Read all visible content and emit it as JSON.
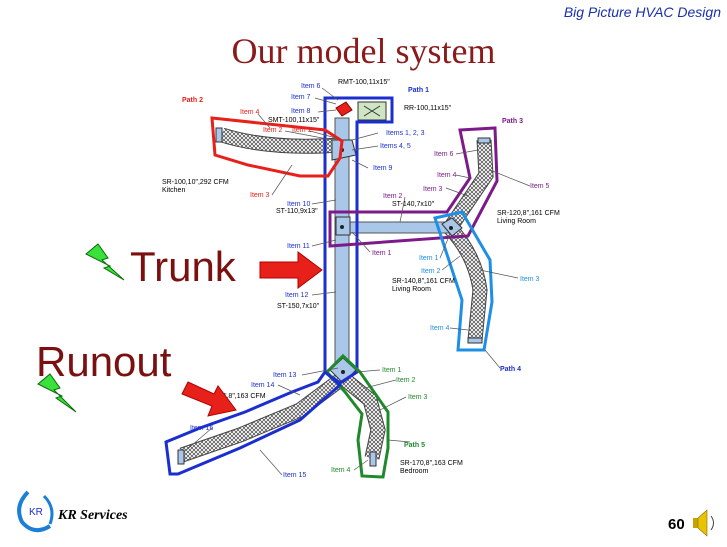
{
  "header": {
    "brand": "Big Picture HVAC Design"
  },
  "title": "Our model system",
  "callouts": {
    "trunk": "Trunk",
    "runout": "Runout"
  },
  "footer": {
    "company": "KR Services",
    "logo_text": "KR",
    "page": "60"
  },
  "colors": {
    "red": "#e8201a",
    "blue": "#1b2fd0",
    "purple": "#7d1a8a",
    "light_blue": "#1e8fe6",
    "green": "#1e8a2a",
    "duct": "#a9c7e8",
    "title": "#8b1a1a"
  },
  "labels": [
    {
      "text": "Item 6",
      "color": "#1b2fd0"
    },
    {
      "text": "RMT-100,11x15\"",
      "color": "#000000"
    },
    {
      "text": "Path 1",
      "color": "#1b2fd0"
    },
    {
      "text": "Item 7",
      "color": "#1b2fd0"
    },
    {
      "text": "RR-100,11x15\"",
      "color": "#000000"
    },
    {
      "text": "Path 2",
      "color": "#e8201a"
    },
    {
      "text": "Item 4",
      "color": "#e8201a"
    },
    {
      "text": "Item 8",
      "color": "#1b2fd0"
    },
    {
      "text": "SMT-100,11x15\"",
      "color": "#000000"
    },
    {
      "text": "Item 2",
      "color": "#e8201a"
    },
    {
      "text": "Item 1",
      "color": "#e8201a"
    },
    {
      "text": "Items 1, 2, 3",
      "color": "#1b2fd0"
    },
    {
      "text": "Items 4, 5",
      "color": "#1b2fd0"
    },
    {
      "text": "Path 3",
      "color": "#7d1a8a"
    },
    {
      "text": "Item 6",
      "color": "#7d1a8a"
    },
    {
      "text": "Item 9",
      "color": "#1b2fd0"
    },
    {
      "text": "Item 4",
      "color": "#7d1a8a"
    },
    {
      "text": "Item 5",
      "color": "#7d1a8a"
    },
    {
      "text": "SR-100,10\",292 CFM",
      "color": "#000000"
    },
    {
      "text": "Kitchen",
      "color": "#000000"
    },
    {
      "text": "Item 3",
      "color": "#e8201a"
    },
    {
      "text": "Item 3",
      "color": "#7d1a8a"
    },
    {
      "text": "Item 2",
      "color": "#7d1a8a"
    },
    {
      "text": "ST-140,7x10\"",
      "color": "#000000"
    },
    {
      "text": "SR-120,8\",161 CFM",
      "color": "#000000"
    },
    {
      "text": "Living Room",
      "color": "#000000"
    },
    {
      "text": "Item 10",
      "color": "#1b2fd0"
    },
    {
      "text": "ST-110,9x13\"",
      "color": "#000000"
    },
    {
      "text": "Item 11",
      "color": "#1b2fd0"
    },
    {
      "text": "Item 1",
      "color": "#7d1a8a"
    },
    {
      "text": "Item 1",
      "color": "#1e8fe6"
    },
    {
      "text": "Item 2",
      "color": "#1e8fe6"
    },
    {
      "text": "Item 3",
      "color": "#1e8fe6"
    },
    {
      "text": "SR-140,8\",161 CFM",
      "color": "#000000"
    },
    {
      "text": "Living Room",
      "color": "#000000"
    },
    {
      "text": "Item 12",
      "color": "#1b2fd0"
    },
    {
      "text": "ST-150,7x10\"",
      "color": "#000000"
    },
    {
      "text": "Item 4",
      "color": "#1e8fe6"
    },
    {
      "text": "Path 4",
      "color": "#1b2fd0"
    },
    {
      "text": "Item 13",
      "color": "#1b2fd0"
    },
    {
      "text": "Item 1",
      "color": "#1e8a2a"
    },
    {
      "text": "Item 2",
      "color": "#1e8a2a"
    },
    {
      "text": "Item 14",
      "color": "#1b2fd0"
    },
    {
      "text": "\",8\",163 CFM",
      "color": "#000000"
    },
    {
      "text": "Item 3",
      "color": "#1e8a2a"
    },
    {
      "text": "Item 16",
      "color": "#1b2fd0"
    },
    {
      "text": "Path 5",
      "color": "#1e8a2a"
    },
    {
      "text": "SR-170,8\",163 CFM",
      "color": "#000000"
    },
    {
      "text": "Bedroom",
      "color": "#000000"
    },
    {
      "text": "Item 4",
      "color": "#1e8a2a"
    },
    {
      "text": "Item 15",
      "color": "#1b2fd0"
    }
  ]
}
